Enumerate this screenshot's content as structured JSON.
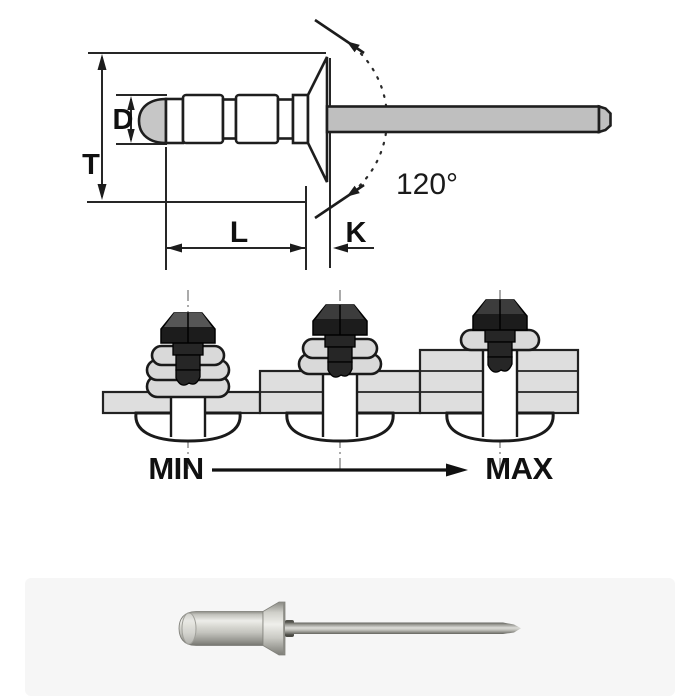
{
  "figure": {
    "type": "technical-diagram-of-blind-rivet",
    "background": "#ffffff"
  },
  "technical_drawing": {
    "view": "countersunk multigrip blind rivet, side view with dimensions",
    "dimension_labels": {
      "flange_diameter": "T",
      "body_diameter": "D",
      "body_length": "L",
      "head_height": "K",
      "countersink_angle": "120°"
    },
    "colors": {
      "outline": "#1e1e1e",
      "mandrel_stem": "#bfbfbf",
      "body_tip": "#c6c6c6",
      "body_fill": "#ffffff"
    }
  },
  "grip_range_diagram": {
    "min_label": "MIN",
    "max_label": "MAX",
    "stages": [
      {
        "position": "left",
        "label_association": "MIN",
        "plate_layers": 1,
        "bulge_folds": 3
      },
      {
        "position": "center",
        "label_association": "",
        "plate_layers": 2,
        "bulge_folds": 2
      },
      {
        "position": "right",
        "label_association": "MAX",
        "plate_layers": 3,
        "bulge_folds": 1
      }
    ],
    "colors": {
      "plate": "#dedede",
      "rivet_body": "#d9d9d9",
      "mandrel_head": "#1c1c1c",
      "outline": "#1a1a1a"
    }
  },
  "product_photo": {
    "subject": "blind rivet with countersunk head and long steel mandrel",
    "background": "#f6f6f6",
    "colors": {
      "body_metal": "#c2c2bc",
      "mandrel_metal": "#9a9a94"
    }
  }
}
